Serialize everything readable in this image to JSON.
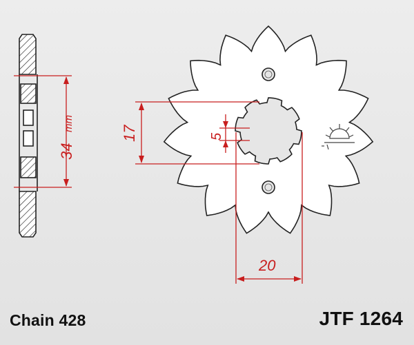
{
  "part_number": "JTF 1264",
  "chain": "Chain 428",
  "dimensions": {
    "thickness_label": "34",
    "thickness_unit": "mm",
    "spline_width": "17",
    "key_width": "5",
    "bore_diameter": "20"
  },
  "teeth": 15,
  "colors": {
    "dimension": "#c81e1e",
    "outline": "#222222",
    "sprocket_fill": "#ffffff",
    "hatch": "#333333"
  },
  "icons": [
    "sun-logo-icon"
  ]
}
